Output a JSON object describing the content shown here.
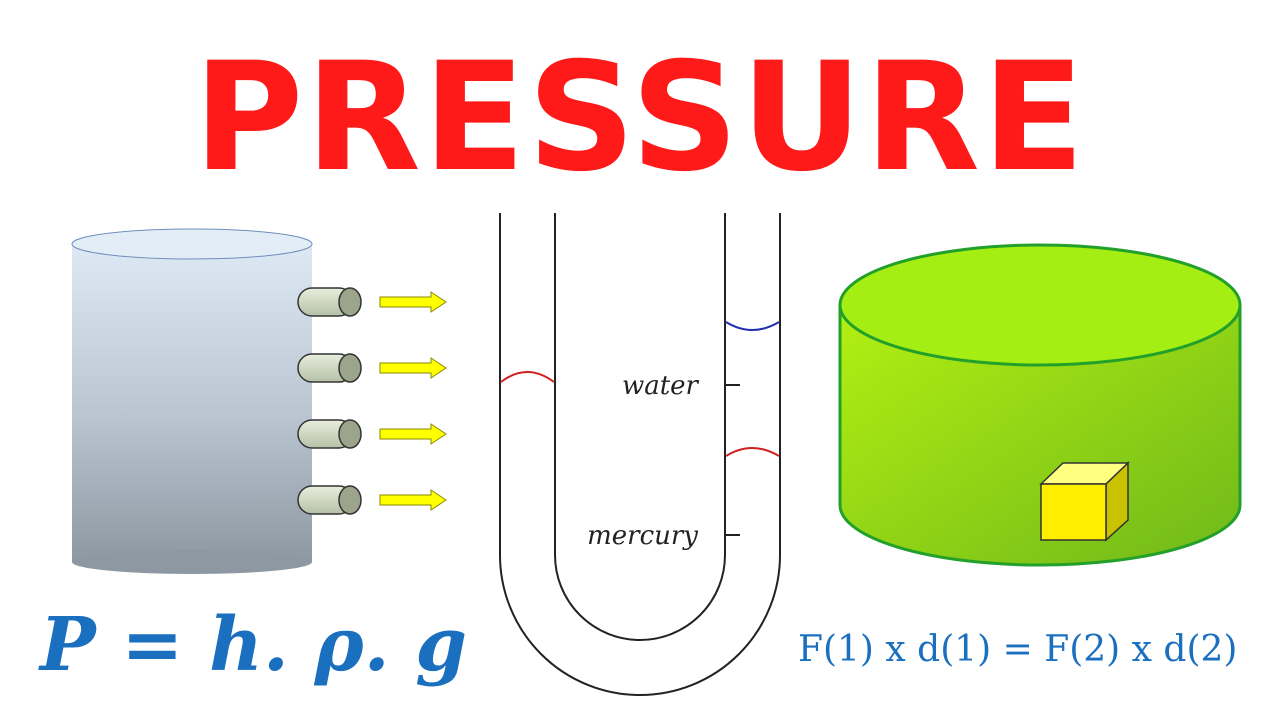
{
  "title": "PRESSURE",
  "manometer": {
    "water_label": "water",
    "mercury_label": "mercury"
  },
  "formulas": {
    "pressure": "P = h. ρ. g",
    "moments": "F(1) x d(1) = F(2) x d(2)"
  },
  "colors": {
    "title": "#ff1a1a",
    "formula": "#1a6fbf",
    "arrow": "#ffff00",
    "green_tank": "#8fd81a",
    "cube": "#ffee00"
  },
  "icons": [
    "tank-with-spouts",
    "u-tube-manometer",
    "cylinder-tank-with-cube"
  ]
}
